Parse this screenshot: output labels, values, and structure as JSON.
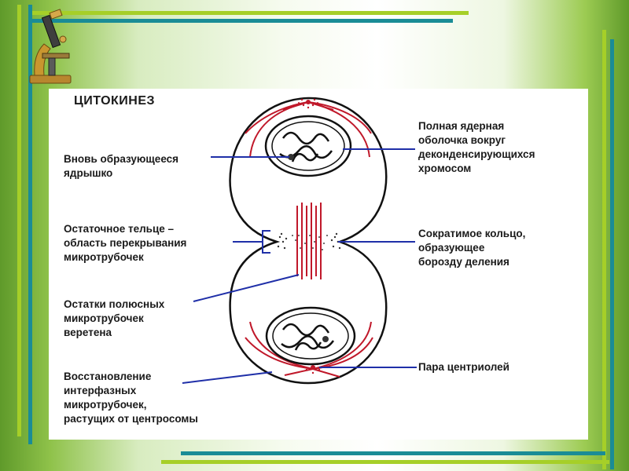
{
  "title": "ЦИТОКИНЕЗ",
  "labels": {
    "left": [
      "Вновь образующееся\nядрышко",
      "Остаточное тельце –\nобласть перекрывания\nмикротрубочек",
      "Остатки полюсных\nмикротрубочек\nверетена",
      "Восстановление\nинтерфазных\nмикротрубочек,\nрастущих от центросомы"
    ],
    "right": [
      "Полная ядерная\nоболочка вокруг\nдеконденсирующихся\nхромосом",
      "Сократимое кольцо,\nобразующее\nборозду деления",
      "Пара центриолей"
    ]
  },
  "colors": {
    "leader_line": "#1f2fa8",
    "microtubule": "#c0182a",
    "outline": "#111111"
  },
  "icons": [
    "microscope-icon"
  ]
}
